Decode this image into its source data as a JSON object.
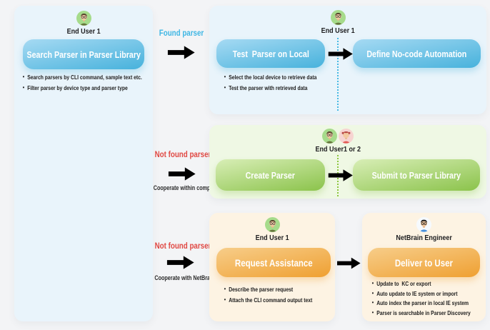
{
  "colors": {
    "found_label": "#3eb6e4",
    "not_found_label": "#e04843",
    "blue_panel": "#e9f4fb",
    "green_panel": "#eff8e4",
    "orange_panel": "#fdf3e3"
  },
  "search": {
    "actor": "End User 1",
    "button": "Search Parser in Parser Library",
    "bullets": [
      "Search parsers by CLI command, sample text etc.",
      "Filter parser by device type and parser type"
    ]
  },
  "found": {
    "label": "Found parser",
    "actor": "End User 1",
    "test_button": "Test  Parser on Local",
    "define_button": "Define No-code Automation",
    "bullets": [
      "Select the local device to retrieve data",
      "Test the parser with retrieved data"
    ]
  },
  "company": {
    "label": "Not found parser",
    "caption": "Cooperate within company",
    "actor": "End User1 or 2",
    "create_button": "Create Parser",
    "submit_button": "Submit to Parser Library"
  },
  "netbrain": {
    "label": "Not found parser",
    "caption": "Cooperate with NetBrain",
    "request": {
      "actor": "End User 1",
      "button": "Request Assistance",
      "bullets": [
        "Describe the parser request",
        "Attach the CLI command output text"
      ]
    },
    "deliver": {
      "actor": "NetBrain Engineer",
      "button": "Deliver to User",
      "bullets": [
        "Update to  KC or export",
        "Auto update to IE system or import",
        "Auto index the parser in local IE system",
        "Parser is searchable in Parser Discovery"
      ]
    }
  }
}
